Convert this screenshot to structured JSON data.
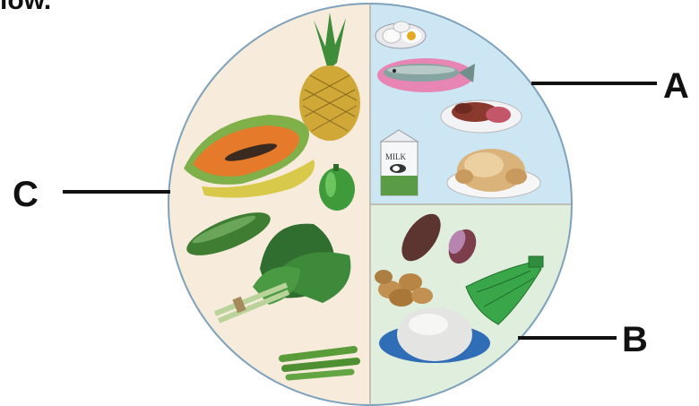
{
  "header": {
    "text_fragment": "low."
  },
  "plate": {
    "sections": [
      {
        "label": "A",
        "items": [
          "boiled-eggs",
          "fish",
          "sliced-meat",
          "milk-carton",
          "roast-chicken"
        ]
      },
      {
        "label": "B",
        "items": [
          "yam",
          "potatoes",
          "plantains",
          "rice"
        ]
      },
      {
        "label": "C",
        "items": [
          "pineapple",
          "papaya",
          "green-pepper",
          "cucumber",
          "leafy-greens",
          "okra"
        ]
      }
    ],
    "milk_label": "MILK",
    "colors": {
      "protein_section": "#cde6f4",
      "carb_section": "#dfeedd",
      "produce_section": "#f7ecdc",
      "rim": "#7ea2bb"
    }
  }
}
